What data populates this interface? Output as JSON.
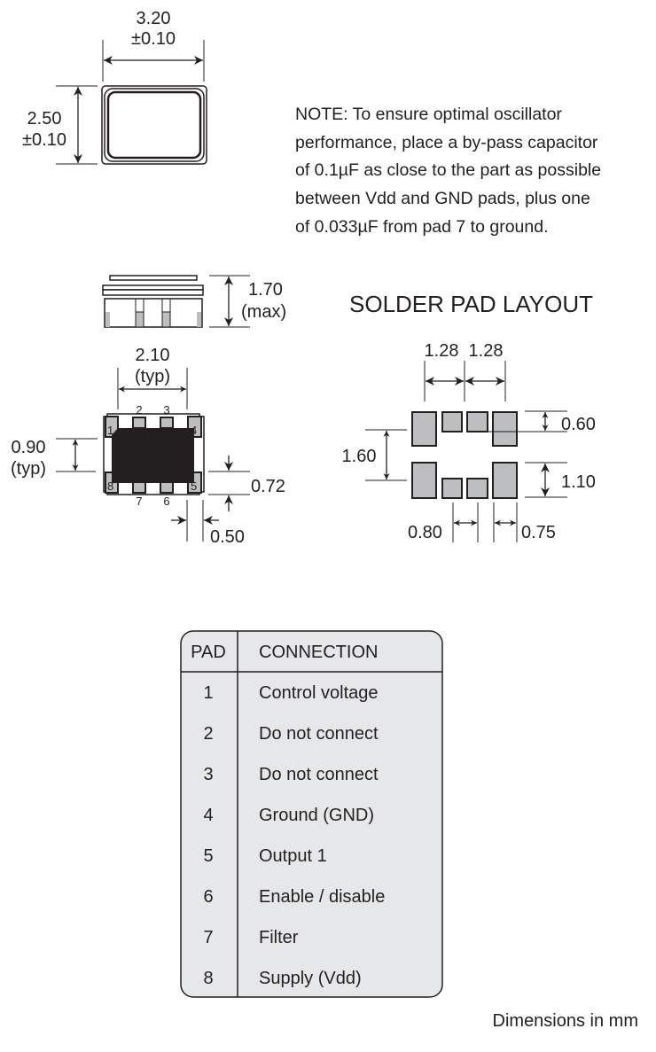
{
  "top_view": {
    "width_value": "3.20",
    "width_tol": "±0.10",
    "height_value": "2.50",
    "height_tol": "±0.10"
  },
  "note": {
    "lines": [
      "NOTE: To ensure optimal oscillator",
      "performance, place a by-pass capacitor",
      "of 0.1µF as close to the part as possible",
      "between Vdd and GND pads, plus one",
      "of 0.033µF from pad 7 to ground."
    ]
  },
  "side_view": {
    "height_value": "1.70",
    "height_note": "(max)"
  },
  "bottom_view": {
    "pitch_value": "2.10",
    "pitch_note": "(typ)",
    "pad_height_value": "0.90",
    "pad_height_note": "(typ)",
    "offset_value": "0.72",
    "pad_width_value": "0.50",
    "pin_labels": [
      "1",
      "2",
      "3",
      "4",
      "5",
      "6",
      "7",
      "8"
    ]
  },
  "solder_pad_layout": {
    "title": "SOLDER PAD LAYOUT",
    "pitch_left": "1.28",
    "pitch_right": "1.28",
    "small_pad_height": "0.60",
    "vertical_gap": "1.60",
    "large_pad_height": "1.10",
    "small_pad_width": "0.80",
    "large_pad_width": "0.75"
  },
  "pad_table": {
    "header_pad": "PAD",
    "header_connection": "CONNECTION",
    "rows": [
      {
        "pad": "1",
        "connection": "Control voltage"
      },
      {
        "pad": "2",
        "connection": "Do not connect"
      },
      {
        "pad": "3",
        "connection": "Do not connect"
      },
      {
        "pad": "4",
        "connection": "Ground (GND)"
      },
      {
        "pad": "5",
        "connection": "Output 1"
      },
      {
        "pad": "6",
        "connection": "Enable / disable"
      },
      {
        "pad": "7",
        "connection": "Filter"
      },
      {
        "pad": "8",
        "connection": "Supply (Vdd)"
      }
    ]
  },
  "footer": {
    "units_note": "Dimensions in mm"
  },
  "colors": {
    "pad_fill": "#bcbec0",
    "body": "#231f20",
    "table_fill": "#e6e7e8"
  }
}
